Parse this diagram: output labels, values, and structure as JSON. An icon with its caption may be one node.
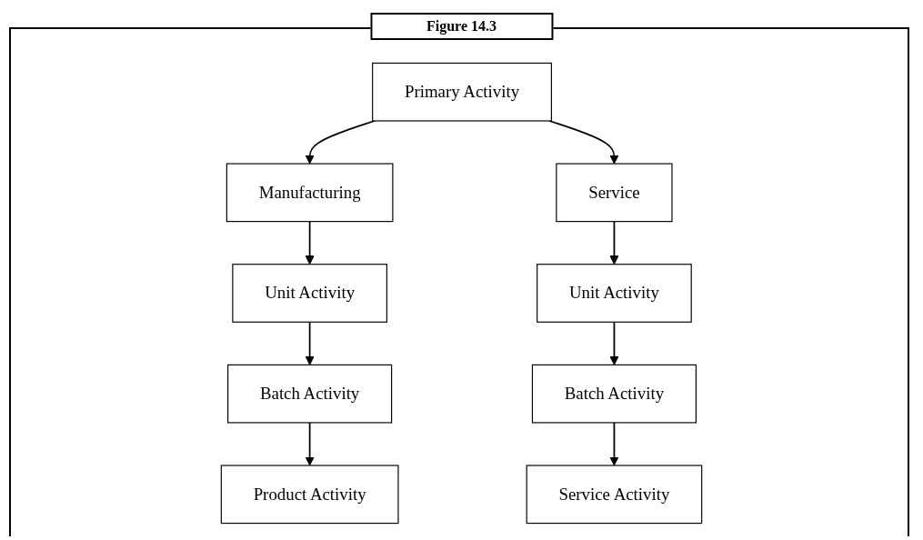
{
  "diagram": {
    "title": "Figure 14.3",
    "nodes": [
      {
        "text": [
          "Primary Activity"
        ]
      },
      {
        "text": [
          "Manufacturing"
        ]
      },
      {
        "text": [
          "Service"
        ]
      },
      {
        "text": [
          "Unit Activity"
        ]
      },
      {
        "text": [
          "Batch Activity"
        ]
      },
      {
        "text": [
          "Product Activity"
        ]
      },
      {
        "text": [
          "Unit Activity"
        ]
      },
      {
        "text": [
          "Batch Activity"
        ]
      },
      {
        "text": [
          "Service Activity"
        ]
      }
    ],
    "edges": [
      {
        "from": 0,
        "to": 1,
        "arrow": "to"
      },
      {
        "from": 0,
        "to": 2,
        "arrow": "to"
      },
      {
        "from": 1,
        "to": 3,
        "arrow": "to"
      },
      {
        "from": 3,
        "to": 4,
        "arrow": "to"
      },
      {
        "from": 4,
        "to": 5,
        "arrow": "to"
      },
      {
        "from": 2,
        "to": 6,
        "arrow": "to"
      },
      {
        "from": 6,
        "to": 7,
        "arrow": "to"
      },
      {
        "from": 7,
        "to": 8,
        "arrow": "to"
      }
    ]
  }
}
